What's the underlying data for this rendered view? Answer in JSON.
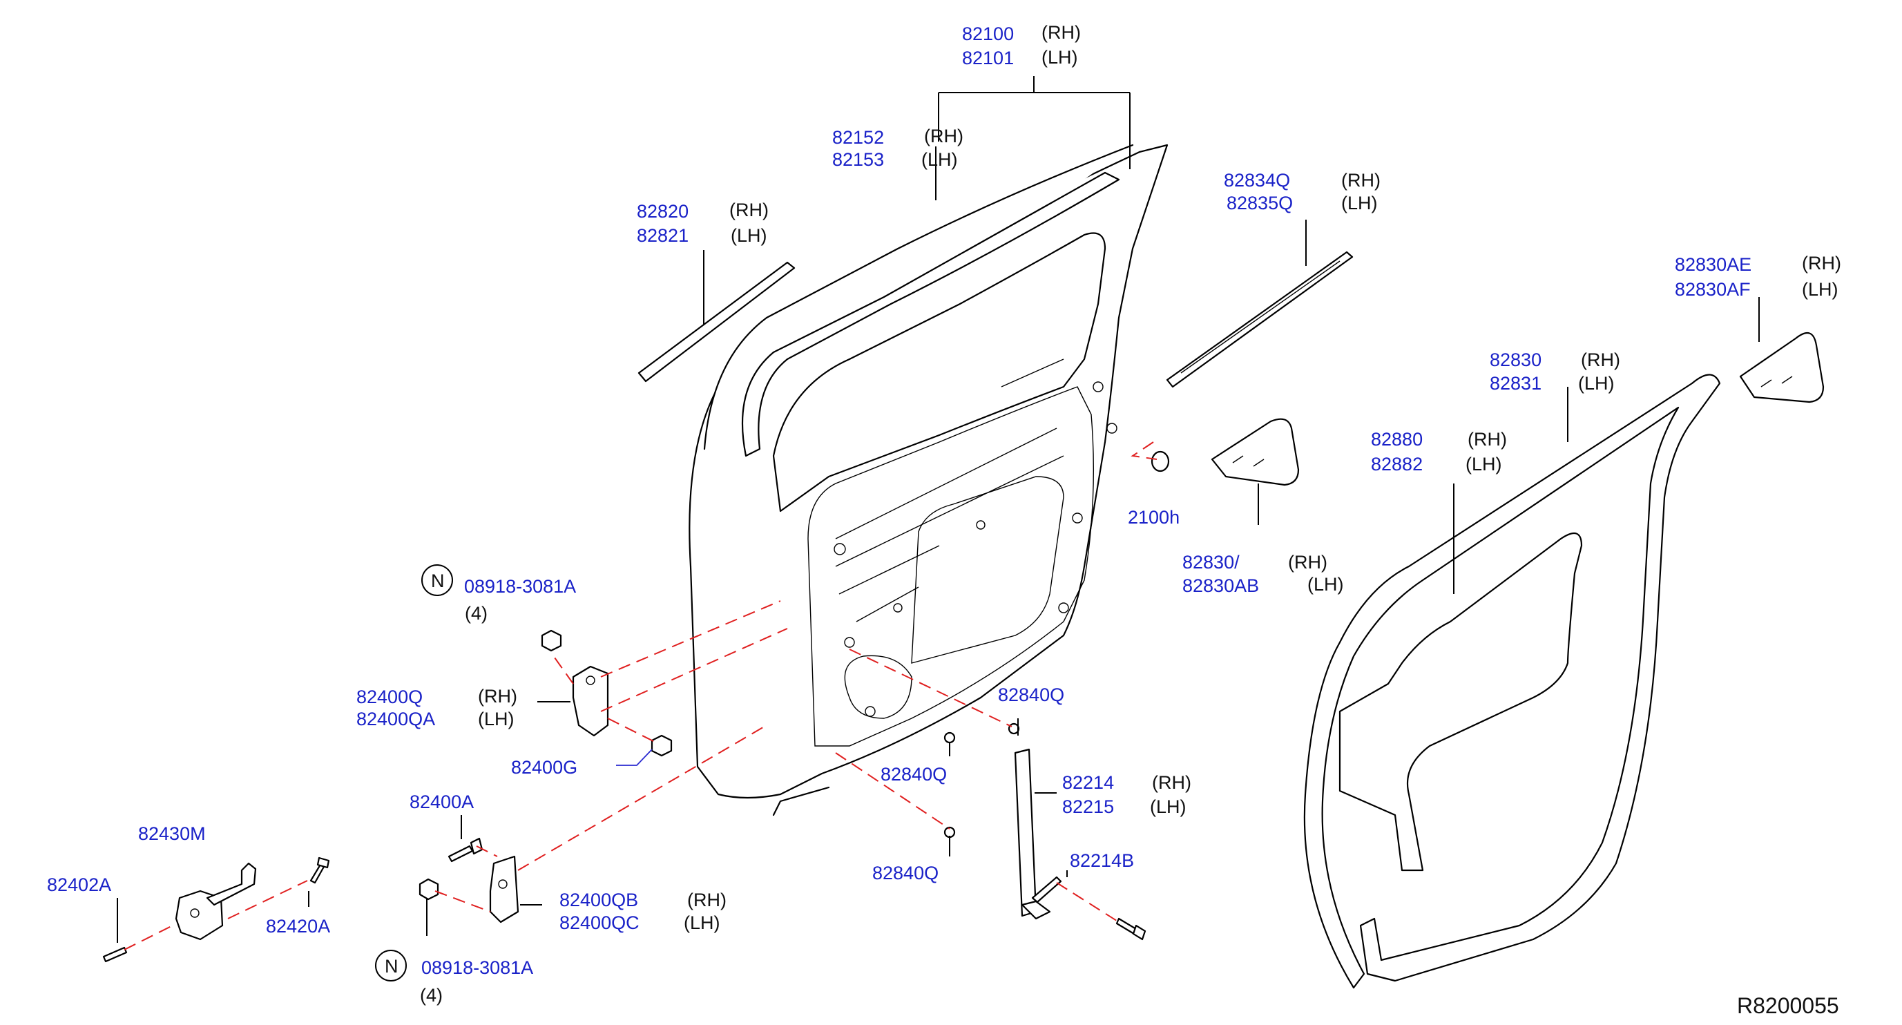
{
  "diagram": {
    "reference_code": "R8200055",
    "colors": {
      "part_number": "#1a22c8",
      "side_text": "#111111",
      "connector_dash": "#e02020",
      "line": "#000000"
    },
    "callouts": {
      "door_panel": {
        "rh": "82100",
        "lh": "82101",
        "rh_side": "(RH)",
        "lh_side": "(LH)"
      },
      "glass_run": {
        "rh": "82152",
        "lh": "82153",
        "rh_side": "(RH)",
        "lh_side": "(LH)"
      },
      "molding_outer": {
        "rh": "82820",
        "lh": "82821",
        "rh_side": "(RH)",
        "lh_side": "(LH)"
      },
      "molding_belt": {
        "rh": "82834Q",
        "lh": "82835Q",
        "rh_side": "(RH)",
        "lh_side": "(LH)"
      },
      "seal_corner_upper": {
        "rh": "82830AE",
        "lh": "82830AF",
        "rh_side": "(RH)",
        "lh_side": "(LH)"
      },
      "weatherstrip": {
        "rh": "82830",
        "lh": "82831",
        "rh_side": "(RH)",
        "lh_side": "(LH)"
      },
      "seal_inner": {
        "rh": "82880",
        "lh": "82882",
        "rh_side": "(RH)",
        "lh_side": "(LH)"
      },
      "seal_corner_lower": {
        "rh": "82830/",
        "lh": "82830AB",
        "rh_side": "(RH)",
        "lh_side": "(LH)"
      },
      "plug_fragment": "2100h",
      "nut_upper": {
        "n_symbol": "N",
        "part": "08918-3081A",
        "qty": "(4)"
      },
      "hinge_upper": {
        "rh": "82400Q",
        "lh": "82400QA",
        "rh_side": "(RH)",
        "lh_side": "(LH)"
      },
      "hinge_bolt": "82400G",
      "hinge_pin": "82400A",
      "door_check": "82430M",
      "check_bolt": "82402A",
      "check_bolt_2": "82420A",
      "hinge_lower": {
        "rh": "82400QB",
        "lh": "82400QC",
        "rh_side": "(RH)",
        "lh_side": "(LH)"
      },
      "nut_lower": {
        "n_symbol": "N",
        "part": "08918-3081A",
        "qty": "(4)"
      },
      "plug_a": "82840Q",
      "plug_b": "82840Q",
      "plug_c": "82840Q",
      "sash": {
        "rh": "82214",
        "lh": "82215",
        "rh_side": "(RH)",
        "lh_side": "(LH)"
      },
      "sash_bolt": "82214B"
    }
  }
}
